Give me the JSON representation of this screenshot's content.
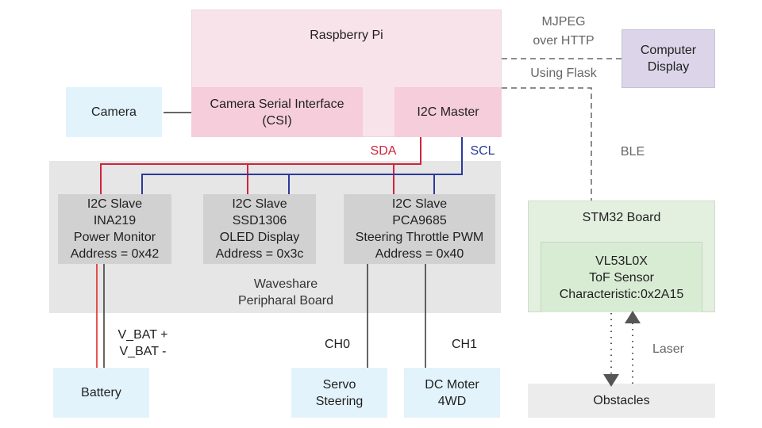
{
  "raspberry_pi": {
    "title": "Raspberry Pi",
    "csi": [
      "Camera Serial Interface",
      "(CSI)"
    ],
    "i2c_master": "I2C Master"
  },
  "camera": "Camera",
  "computer_display": [
    "Computer",
    "Display"
  ],
  "stream_labels": {
    "top": [
      "MJPEG",
      "over HTTP"
    ],
    "bottom": "Using Flask"
  },
  "ble_label": "BLE",
  "bus_labels": {
    "sda": "SDA",
    "scl": "SCL"
  },
  "peripheral_board": {
    "label": [
      "Waveshare",
      "Peripharal Board"
    ],
    "slaves": [
      {
        "lines": [
          "I2C Slave",
          "INA219",
          "Power Monitor",
          "Address = 0x42"
        ]
      },
      {
        "lines": [
          "I2C Slave",
          "SSD1306",
          "OLED Display",
          "Address = 0x3c"
        ]
      },
      {
        "lines": [
          "I2C Slave",
          "PCA9685",
          "Steering Throttle PWM",
          "Address = 0x40"
        ]
      }
    ]
  },
  "battery_labels": [
    "V_BAT +",
    "V_BAT -"
  ],
  "channel_labels": {
    "ch0": "CH0",
    "ch1": "CH1"
  },
  "battery": "Battery",
  "servo": [
    "Servo",
    "Steering"
  ],
  "dc_motor": [
    "DC Moter",
    "4WD"
  ],
  "stm32": {
    "title": "STM32 Board",
    "sensor": [
      "VL53L0X",
      "ToF Sensor",
      "Characteristic:0x2A15"
    ]
  },
  "laser_label": "Laser",
  "obstacles": "Obstacles",
  "colors": {
    "sda": "#d0243b",
    "scl": "#2b3a9c",
    "wire": "#333333",
    "dashed": "#666666"
  }
}
